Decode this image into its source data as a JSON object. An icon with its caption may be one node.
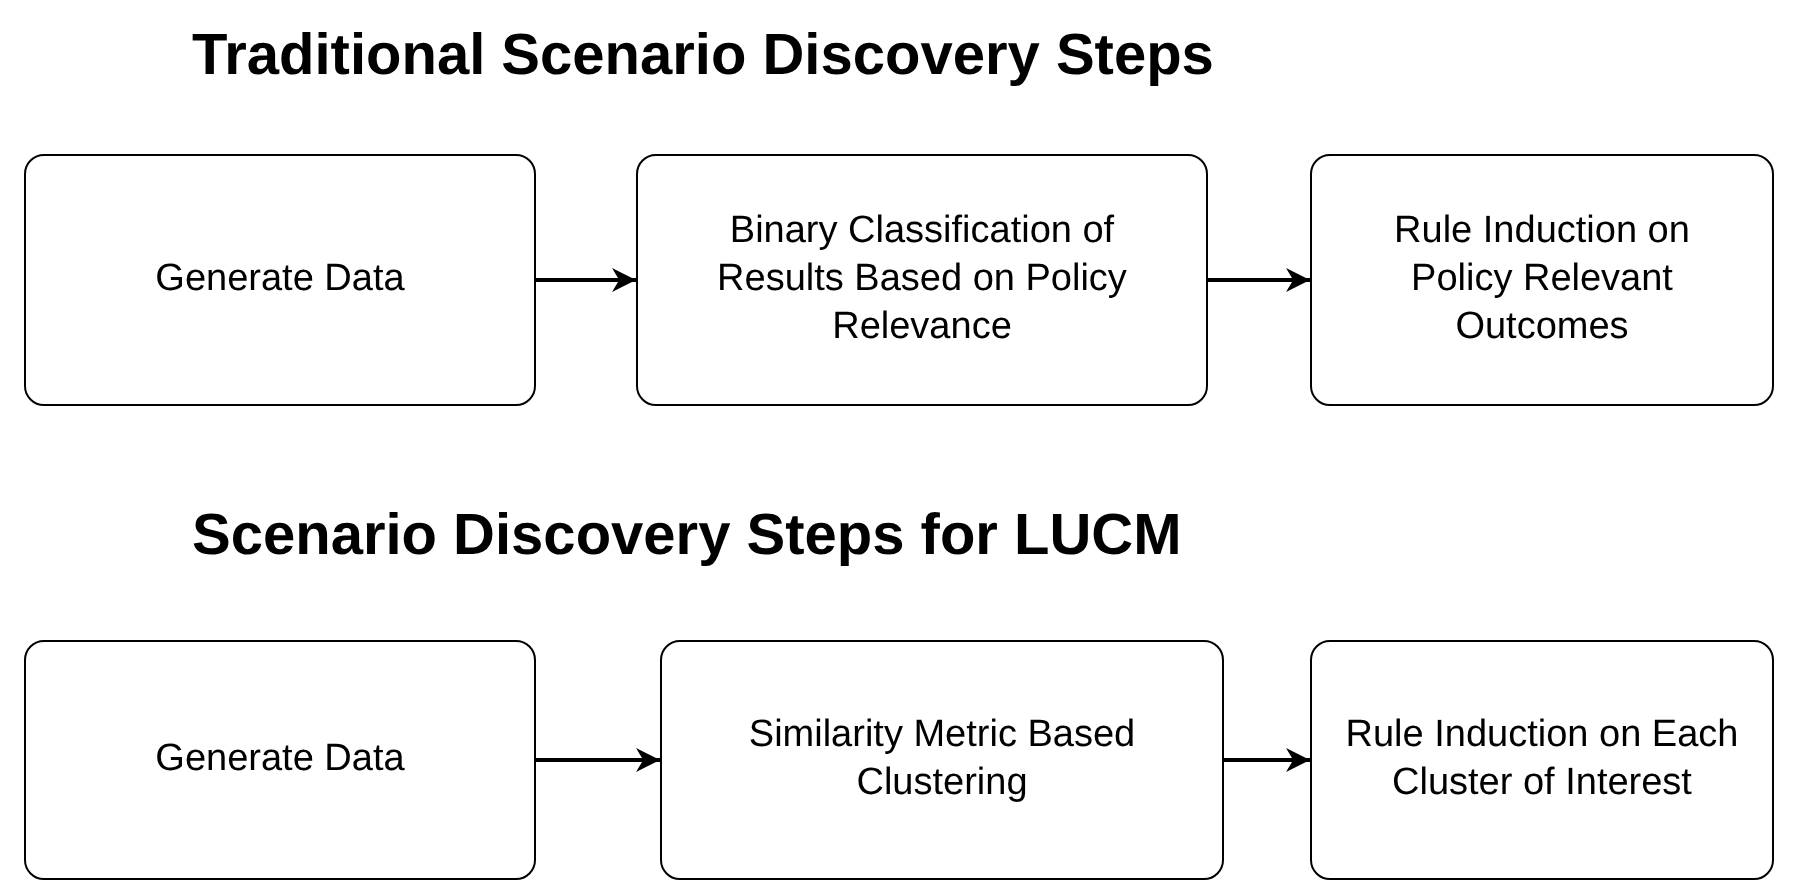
{
  "diagram": {
    "nodes": [
      {
        "text": [
          "Generate Data"
        ]
      },
      {
        "text": [
          "Binary Classification of Results Based on Policy Relevance"
        ]
      },
      {
        "text": [
          "Rule Induction on Policy Relevant Outcomes"
        ]
      },
      {
        "text": [
          "Generate Data"
        ]
      },
      {
        "text": [
          "Similarity Metric Based Clustering"
        ]
      },
      {
        "text": [
          "Rule Induction on Each Cluster of Interest"
        ]
      }
    ],
    "edges": [
      {
        "from": 0,
        "to": 1,
        "arrow": "to"
      },
      {
        "from": 1,
        "to": 2,
        "arrow": "to"
      },
      {
        "from": 3,
        "to": 4,
        "arrow": "to"
      },
      {
        "from": 4,
        "to": 5,
        "arrow": "to"
      }
    ],
    "labels": [
      "Traditional Scenario Discovery Steps",
      "Scenario Discovery Steps for LUCM"
    ]
  }
}
